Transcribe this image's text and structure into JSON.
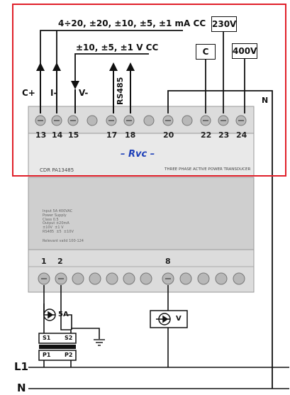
{
  "header": {
    "mA_label": "4÷20, ±20, ±10, ±5, ±1 mA CC",
    "v_label": "±10, ±5, ±1 V CC"
  },
  "outputs": {
    "c_plus": "C+",
    "i_minus": "I-",
    "v_minus": "V-",
    "rs485": "RS485"
  },
  "boxes": {
    "c": "C",
    "v230": "230V",
    "v400": "400V"
  },
  "n_label_top": "N",
  "top_terminals": [
    "13",
    "14",
    "15",
    "17",
    "18",
    "20",
    "22",
    "23",
    "24"
  ],
  "device": {
    "brand": "– Rvc –",
    "model": "CDR PA13485",
    "description": "THREE PHASE ACTIVE POWER TRANSDUCER",
    "spec_block": "Input 5A 400VAC\nPower Supply\nClass 0.5\nOutput ±20mA\n±10V  ±1 V\nRS485  ±5  ±10V",
    "bottom_tag": "Relevant   valid  100-124"
  },
  "bottom_terminals": [
    "1",
    "2",
    "8"
  ],
  "meters": {
    "current": "5A",
    "voltage": "V"
  },
  "ct": {
    "s1": "S1",
    "s2": "S2",
    "p1": "P1",
    "p2": "P2"
  },
  "lines": {
    "l1": "L1",
    "n": "N"
  },
  "colors": {
    "frame": "#e0202a",
    "brand": "#1d3fb8",
    "device_body": "#d7d7d7"
  }
}
